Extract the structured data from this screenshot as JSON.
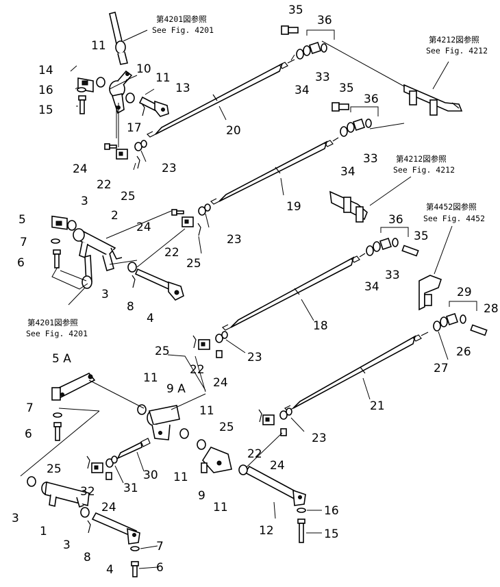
{
  "refs": {
    "r4201a_jp": "第4201図参照",
    "r4201a_en": "See  Fig. 4201",
    "r4212a_jp": "第4212図参照",
    "r4212a_en": "See  Fig. 4212",
    "r4212b_jp": "第4212図参照",
    "r4212b_en": "See  Fig. 4212",
    "r4452_jp": "第4452図参照",
    "r4452_en": "See  Fig. 4452",
    "r4201b_jp": "第4201図参照",
    "r4201b_en": "See  Fig. 4201"
  },
  "labels": {
    "l35a": "35",
    "l36a": "36",
    "l11a": "11",
    "l14": "14",
    "l10": "10",
    "l11b": "11",
    "l13": "13",
    "l16a": "16",
    "l15a": "15",
    "l17": "17",
    "l20": "20",
    "l33a": "33",
    "l34a": "34",
    "l35b": "35",
    "l36b": "36",
    "l24a": "24",
    "l22a": "22",
    "l23a": "23",
    "l25a": "25",
    "l33b": "33",
    "l34b": "34",
    "l19": "19",
    "l3a": "3",
    "l2": "2",
    "l5": "5",
    "l24b": "24",
    "l7a": "7",
    "l22b": "22",
    "l23b": "23",
    "l6a": "6",
    "l25b": "25",
    "l36c": "36",
    "l35c": "35",
    "l33c": "33",
    "l34c": "34",
    "l3b": "3",
    "l8a": "8",
    "l4a": "4",
    "l18": "18",
    "l29": "29",
    "l28": "28",
    "l25c": "25",
    "l22c": "22",
    "l23c": "23",
    "l26": "26",
    "l24c": "24",
    "l27": "27",
    "l5A": "5 A",
    "l11c": "11",
    "l9A": "9 A",
    "l7b": "7",
    "l11d": "11",
    "l21": "21",
    "l6b": "6",
    "l25d": "25",
    "l23d": "23",
    "l22d": "22",
    "l30": "30",
    "l24d": "24",
    "l25e": "25",
    "l32": "32",
    "l31": "31",
    "l24e": "24",
    "l11e": "11",
    "l9": "9",
    "l11f": "11",
    "l3c": "3",
    "l1": "1",
    "l16b": "16",
    "l3d": "3",
    "l12": "12",
    "l8b": "8",
    "l4b": "4",
    "l7c": "7",
    "l15b": "15",
    "l6c": "6"
  }
}
